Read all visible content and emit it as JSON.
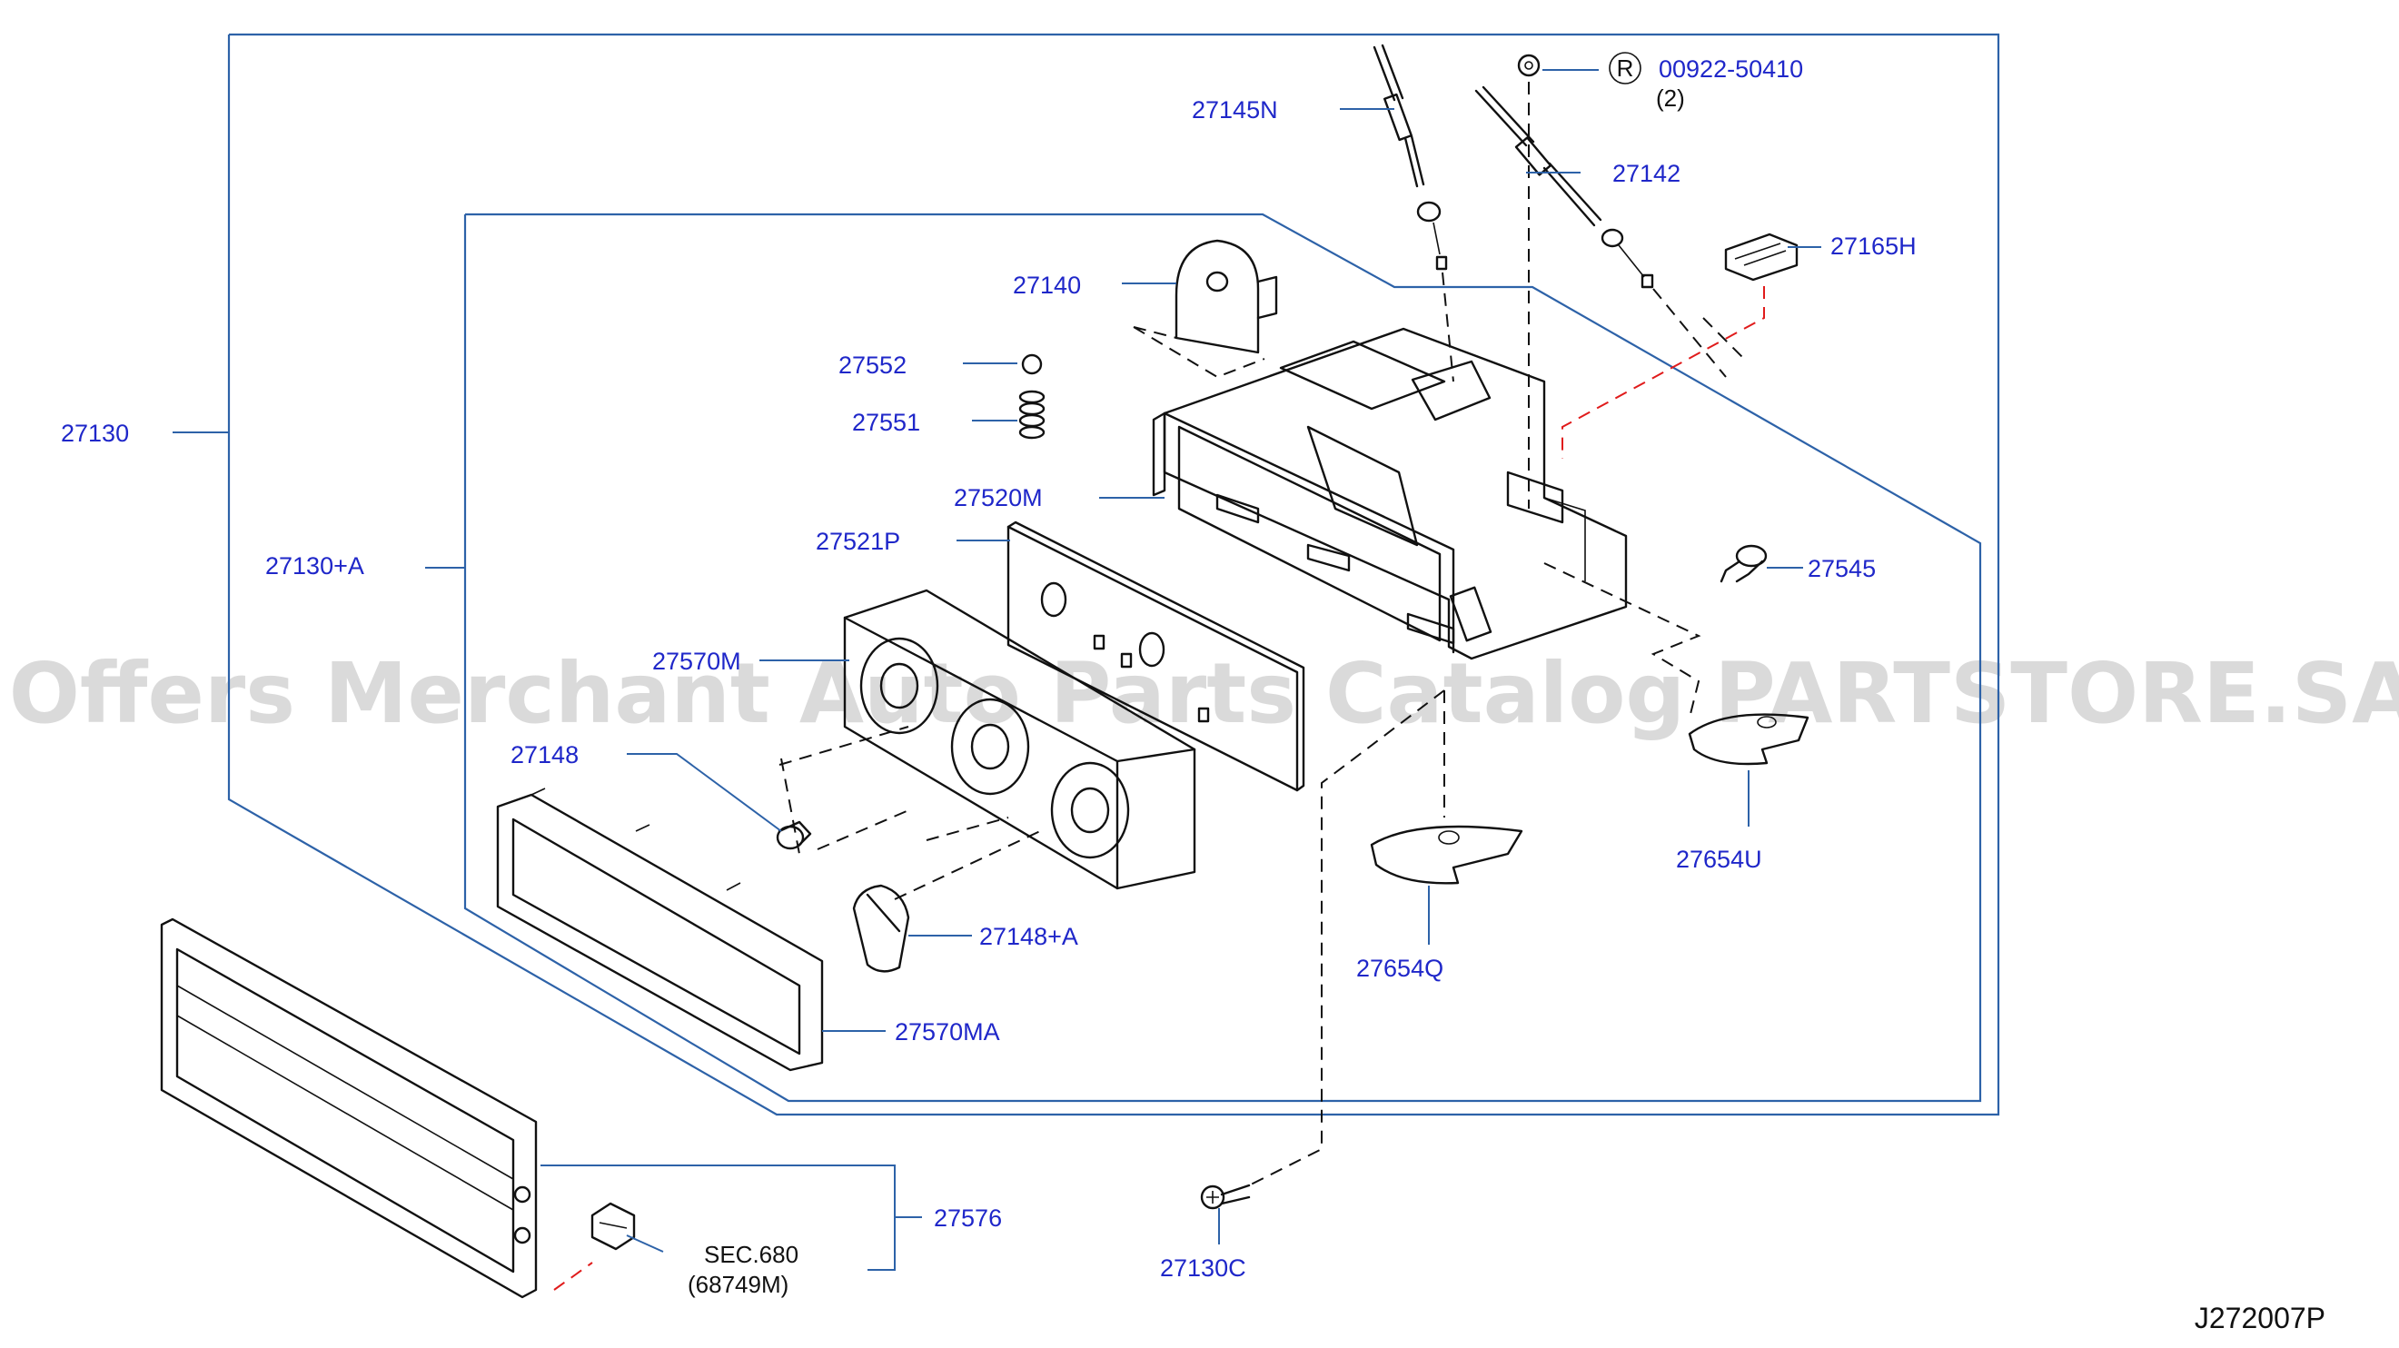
{
  "diagram": {
    "reference_code": "J272007P",
    "watermark": "Offers Merchant Auto Parts Catalog PARTSTORE.SA",
    "colors": {
      "label": "#1f27c9",
      "frame": "#2d62a8",
      "part": "#111111",
      "harness": "#e01b1b",
      "watermark": "#d2d2d2"
    },
    "symbol_r": "R",
    "parts": [
      {
        "id": "p27130",
        "number": "27130"
      },
      {
        "id": "p27130a",
        "number": "27130+A"
      },
      {
        "id": "p27145n",
        "number": "27145N"
      },
      {
        "id": "p00922",
        "number": "00922-50410"
      },
      {
        "id": "p27142",
        "number": "27142"
      },
      {
        "id": "p27165h",
        "number": "27165H"
      },
      {
        "id": "p27140",
        "number": "27140"
      },
      {
        "id": "p27552",
        "number": "27552"
      },
      {
        "id": "p27551",
        "number": "27551"
      },
      {
        "id": "p27520m",
        "number": "27520M"
      },
      {
        "id": "p27521p",
        "number": "27521P"
      },
      {
        "id": "p27545",
        "number": "27545"
      },
      {
        "id": "p27570m",
        "number": "27570M"
      },
      {
        "id": "p27148",
        "number": "27148"
      },
      {
        "id": "p27654u",
        "number": "27654U"
      },
      {
        "id": "p27148a",
        "number": "27148+A"
      },
      {
        "id": "p27654q",
        "number": "27654Q"
      },
      {
        "id": "p27570ma",
        "number": "27570MA"
      },
      {
        "id": "p27576",
        "number": "27576"
      },
      {
        "id": "p27130c",
        "number": "27130C"
      }
    ],
    "notes": {
      "quantity": "(2)",
      "section": "SEC.680",
      "section_part": "(68749M)"
    }
  }
}
